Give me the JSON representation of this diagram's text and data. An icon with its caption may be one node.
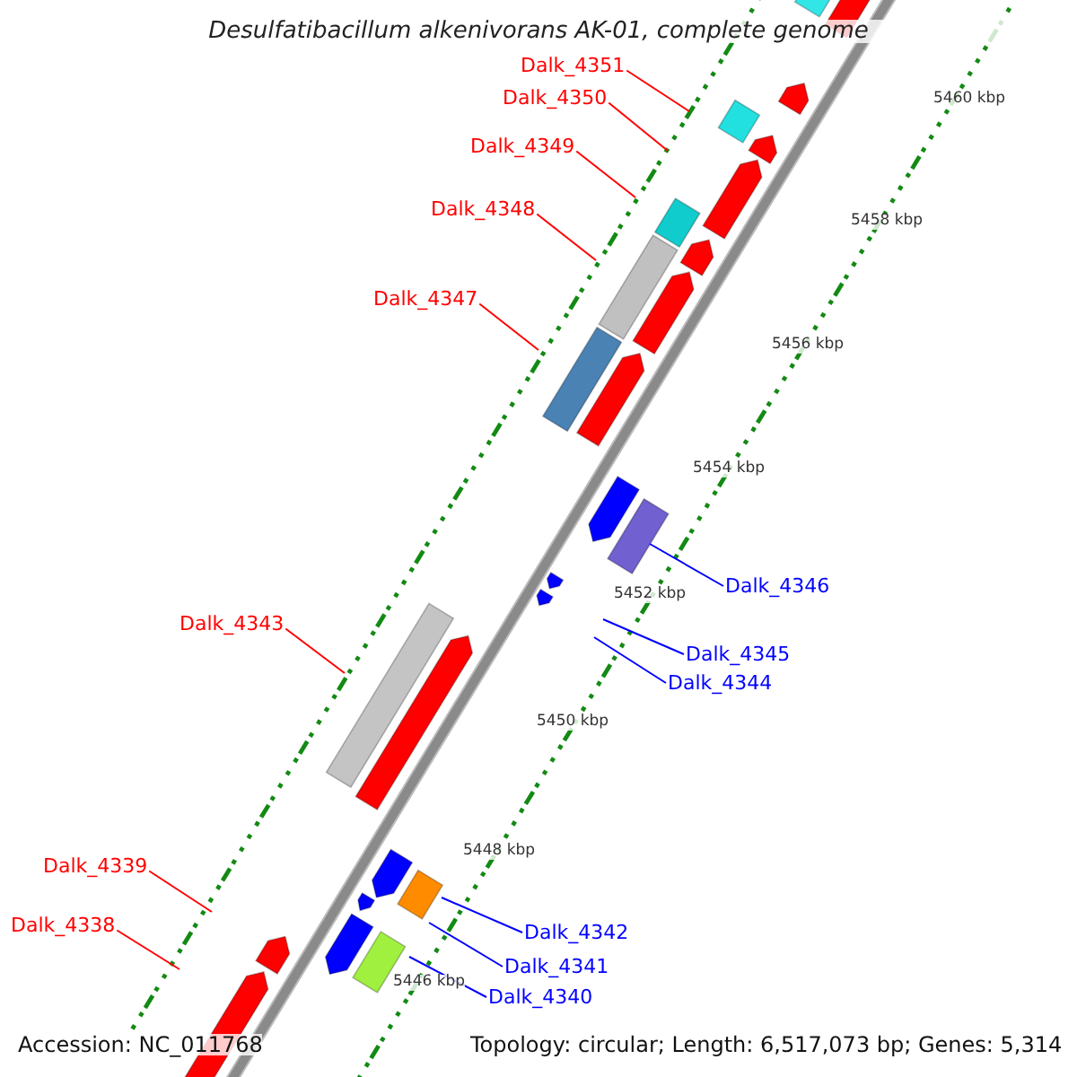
{
  "diagram": {
    "title": "Desulfatibacillum alkenivorans AK-01, complete genome",
    "nodes": [
      {
        "text": [
          "Dalk_4351"
        ]
      },
      {
        "text": [
          "Dalk_4350"
        ]
      },
      {
        "text": [
          "Dalk_4349"
        ]
      },
      {
        "text": [
          "Dalk_4348"
        ]
      },
      {
        "text": [
          "Dalk_4347"
        ]
      },
      {
        "text": [
          "Dalk_4346"
        ]
      },
      {
        "text": [
          "Dalk_4343"
        ]
      },
      {
        "text": [
          "Dalk_4345"
        ]
      },
      {
        "text": [
          "Dalk_4344"
        ]
      },
      {
        "text": [
          "Dalk_4339"
        ]
      },
      {
        "text": [
          "Dalk_4338"
        ]
      },
      {
        "text": [
          "Dalk_4342"
        ]
      },
      {
        "text": [
          "Dalk_4341"
        ]
      },
      {
        "text": [
          "Dalk_4340"
        ]
      }
    ],
    "edges": [
      {
        "from": 0,
        "to": null,
        "arrow": "none"
      },
      {
        "from": 1,
        "to": null,
        "arrow": "none"
      },
      {
        "from": 2,
        "to": null,
        "arrow": "none"
      },
      {
        "from": 3,
        "to": null,
        "arrow": "none"
      },
      {
        "from": 4,
        "to": null,
        "arrow": "none"
      },
      {
        "from": 5,
        "to": null,
        "arrow": "none",
        "color": "#0000ff"
      },
      {
        "from": 6,
        "to": null,
        "arrow": "none"
      },
      {
        "from": 7,
        "to": null,
        "arrow": "none",
        "color": "#0000ff"
      },
      {
        "from": 8,
        "to": null,
        "arrow": "none",
        "color": "#0000ff"
      },
      {
        "from": 9,
        "to": null,
        "arrow": "none"
      },
      {
        "from": 10,
        "to": null,
        "arrow": "none"
      },
      {
        "from": 11,
        "to": null,
        "arrow": "none",
        "color": "#0000ff"
      },
      {
        "from": 12,
        "to": null,
        "arrow": "none",
        "color": "#0000ff"
      },
      {
        "from": 13,
        "to": null,
        "arrow": "none",
        "color": "#0000ff"
      }
    ],
    "labels": [
      "5460 kbp",
      "5458 kbp",
      "5456 kbp",
      "5454 kbp",
      "5452 kbp",
      "5450 kbp",
      "5448 kbp",
      "5446 kbp",
      "Accession: NC_011768",
      "Topology: circular; Length: 6,517,073 bp; Genes: 5,314"
    ]
  }
}
